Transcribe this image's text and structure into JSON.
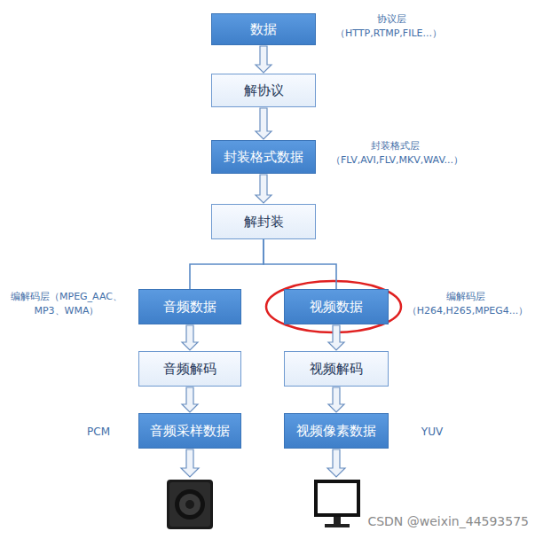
{
  "diagram": {
    "nodes": [
      {
        "text": [
          "数据"
        ]
      },
      {
        "text": [
          "解协议"
        ]
      },
      {
        "text": [
          "封装格式数据"
        ]
      },
      {
        "text": [
          "解封装"
        ]
      },
      {
        "text": [
          "音频数据"
        ]
      },
      {
        "text": [
          "视频数据"
        ]
      },
      {
        "text": [
          "音频解码"
        ]
      },
      {
        "text": [
          "视频解码"
        ]
      },
      {
        "text": [
          "音频采样数据"
        ]
      },
      {
        "text": [
          "视频像素数据"
        ]
      }
    ],
    "edges": [
      {
        "from": 0,
        "to": 1,
        "arrow": "to"
      },
      {
        "from": 1,
        "to": 2,
        "arrow": "to"
      },
      {
        "from": 2,
        "to": 3,
        "arrow": "to"
      },
      {
        "from": 3,
        "to": 4,
        "arrow": "none"
      },
      {
        "from": 3,
        "to": 5,
        "arrow": "none"
      },
      {
        "from": 4,
        "to": 6,
        "arrow": "to"
      },
      {
        "from": 5,
        "to": 7,
        "arrow": "to"
      },
      {
        "from": 6,
        "to": 8,
        "arrow": "to"
      },
      {
        "from": 7,
        "to": 9,
        "arrow": "to"
      }
    ],
    "labels": [
      "协议层",
      "（HTTP,RTMP,FILE...）",
      "封装格式层",
      "（FLV,AVI,FLV,MKV,WAV...）",
      "编解码层（MPEG_AAC、 MP3、WMA）",
      "编解码层",
      "（H264,H265,MPEG4...）",
      "PCM",
      "YUV",
      "CSDN @weixin_44593575"
    ]
  }
}
